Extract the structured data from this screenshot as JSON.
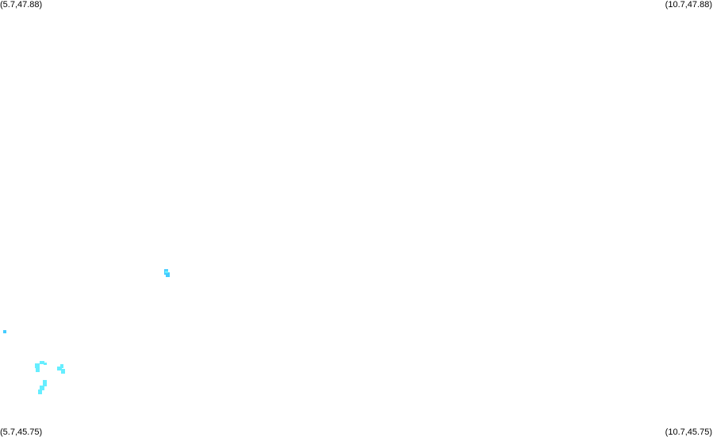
{
  "map": {
    "corners": {
      "top_left": "(5.7,47.88)",
      "top_right": "(10.7,47.88)",
      "bottom_left": "(5.7,45.75)",
      "bottom_right": "(10.7,45.75)"
    },
    "extent": {
      "lon_min": 5.7,
      "lon_max": 10.7,
      "lat_min": 45.75,
      "lat_max": 47.88
    },
    "feature_color": "#66eeff",
    "feature_color_dark": "#44ccff"
  }
}
